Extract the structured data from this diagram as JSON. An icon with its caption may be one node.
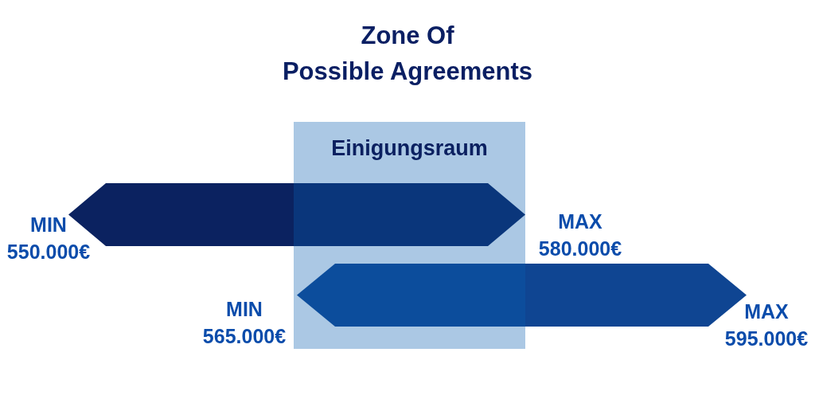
{
  "diagram": {
    "title": "Zone Of Possible Agreements",
    "nodes": [
      {
        "text": [
          "Einigungsraum"
        ]
      },
      {
        "text": [],
        "shape": "hexagon",
        "beside": [
          "MIN 550.000€",
          "MAX 580.000€"
        ]
      },
      {
        "text": [],
        "shape": "hexagon",
        "beside": [
          "MIN 565.000€",
          "MAX 595.000€"
        ]
      }
    ]
  }
}
